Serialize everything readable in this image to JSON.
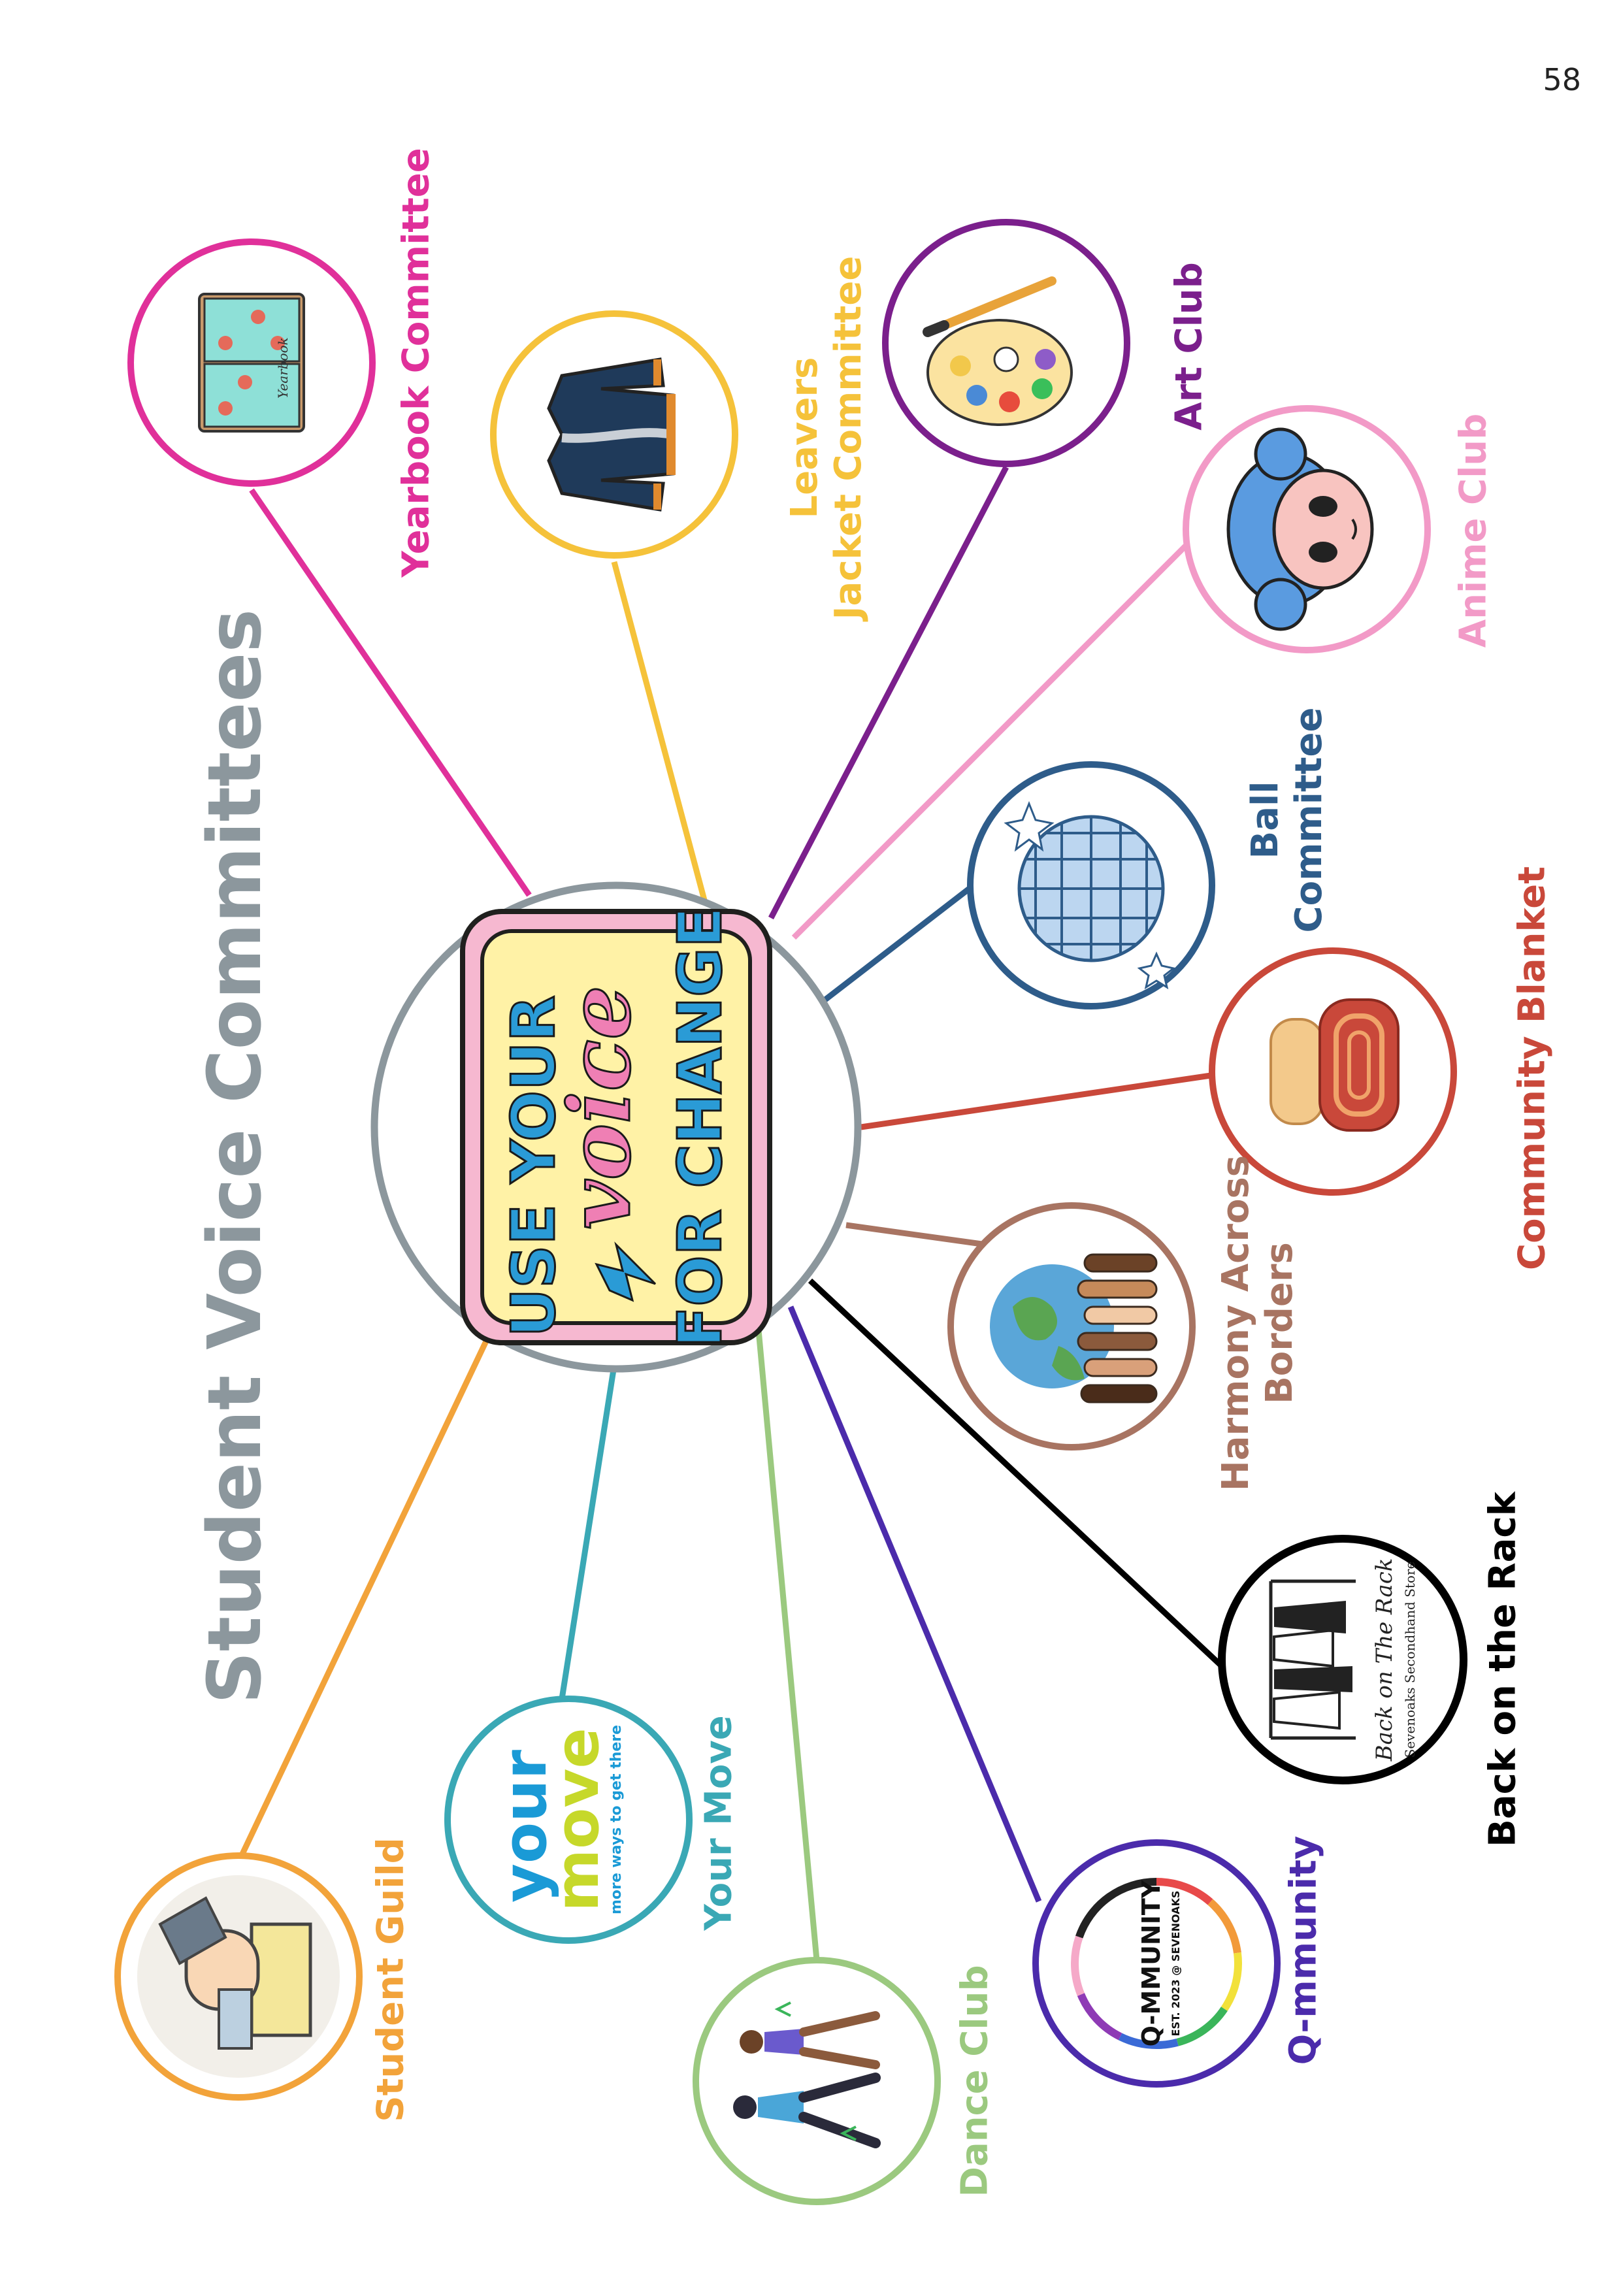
{
  "page": {
    "number": "58"
  },
  "title": "Student Voice Committees",
  "center": {
    "lines": [
      "USE YOUR",
      "voice",
      "FOR CHANGE"
    ],
    "ring_color": "#8c979d"
  },
  "colors": {
    "yearbook": "#e0309a",
    "leavers": "#f5c23a",
    "art": "#7b1f8c",
    "anime": "#f29ac7",
    "ball": "#2e5c8a",
    "blanket": "#c9483a",
    "harmony": "#a87462",
    "rack": "#000000",
    "qmmunity": "#4b2bab",
    "dance": "#9bc97f",
    "yourmove": "#3aa8b5",
    "guild": "#f2a33a"
  },
  "committees": [
    {
      "id": "yearbook",
      "label": [
        "Yearbook Committee"
      ],
      "icon": "yearbook-icon"
    },
    {
      "id": "leavers",
      "label": [
        "Leavers",
        "Jacket Committee"
      ],
      "icon": "jacket-icon"
    },
    {
      "id": "art",
      "label": [
        "Art Club"
      ],
      "icon": "paint-palette-icon"
    },
    {
      "id": "anime",
      "label": [
        "Anime Club"
      ],
      "icon": "anime-character-icon"
    },
    {
      "id": "ball",
      "label": [
        "Ball",
        "Committee"
      ],
      "icon": "disco-ball-icon"
    },
    {
      "id": "blanket",
      "label": [
        "Community Blanket"
      ],
      "icon": "blanket-icon"
    },
    {
      "id": "harmony",
      "label": [
        "Harmony Across",
        "Borders"
      ],
      "icon": "globe-hands-icon"
    },
    {
      "id": "rack",
      "label": [
        "Back on the Rack"
      ],
      "icon": "clothes-rack-logo",
      "logo_text": [
        "Back on The Rack",
        "Sevenoaks Secondhand Store"
      ]
    },
    {
      "id": "qmmunity",
      "label": [
        "Q-mmunity"
      ],
      "icon": "qmmunity-logo",
      "logo_text": [
        "Q-MMUNITY",
        "EST. 2023 @ SEVENOAKS"
      ]
    },
    {
      "id": "dance",
      "label": [
        "Dance Club"
      ],
      "icon": "dancers-icon"
    },
    {
      "id": "yourmove",
      "label": [
        "Your Move"
      ],
      "icon": "your-move-logo",
      "logo_text": [
        "your",
        "move",
        "more ways to get there"
      ]
    },
    {
      "id": "guild",
      "label": [
        "Student Guild"
      ],
      "icon": "graduate-at-desk-icon"
    }
  ]
}
